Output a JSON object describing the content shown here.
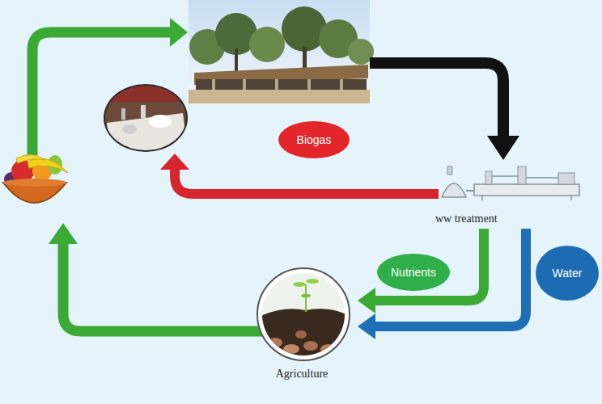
{
  "diagram": {
    "nodes": [
      {
        "text": [
          "ww treatment"
        ]
      },
      {
        "text": [
          "Agriculture"
        ]
      }
    ],
    "edges": [
      {
        "from": 0,
        "to": 1,
        "arrow": "to",
        "label": "Nutrients"
      },
      {
        "from": 0,
        "to": 1,
        "arrow": "to",
        "label": "Water"
      }
    ],
    "labels": [
      "Biogas"
    ]
  }
}
